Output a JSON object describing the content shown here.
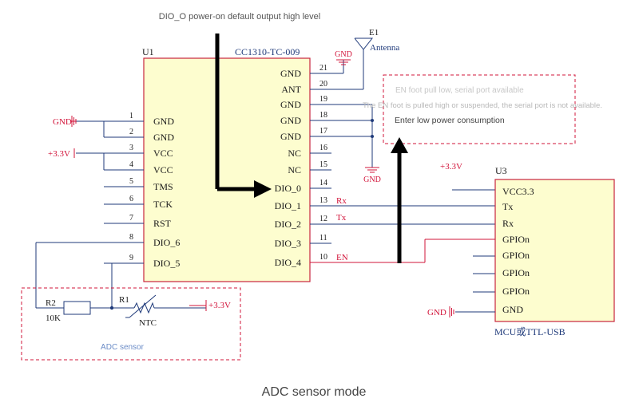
{
  "annotations": {
    "dio0_note": "DIO_O power-on default output high level",
    "en_low": "EN foot pull low, serial port available",
    "en_high": "The EN foot is pulled high or suspended, the serial port is not available.",
    "low_power": "Enter low power consumption",
    "adc_box": "ADC sensor",
    "caption": "ADC sensor mode"
  },
  "u1": {
    "ref": "U1",
    "part": "CC1310-TC-009",
    "left_pins": [
      {
        "num": "1",
        "name": "GND"
      },
      {
        "num": "2",
        "name": "GND"
      },
      {
        "num": "3",
        "name": "VCC"
      },
      {
        "num": "4",
        "name": "VCC"
      },
      {
        "num": "5",
        "name": "TMS"
      },
      {
        "num": "6",
        "name": "TCK"
      },
      {
        "num": "7",
        "name": "RST"
      },
      {
        "num": "8",
        "name": "DIO_6"
      },
      {
        "num": "9",
        "name": "DIO_5"
      }
    ],
    "right_pins": [
      {
        "num": "21",
        "name": "GND"
      },
      {
        "num": "20",
        "name": "ANT"
      },
      {
        "num": "19",
        "name": "GND"
      },
      {
        "num": "18",
        "name": "GND"
      },
      {
        "num": "17",
        "name": "GND"
      },
      {
        "num": "16",
        "name": "NC"
      },
      {
        "num": "15",
        "name": "NC"
      },
      {
        "num": "14",
        "name": "DIO_0"
      },
      {
        "num": "13",
        "name": "DIO_1"
      },
      {
        "num": "12",
        "name": "DIO_2"
      },
      {
        "num": "11",
        "name": "DIO_3"
      },
      {
        "num": "10",
        "name": "DIO_4"
      }
    ]
  },
  "u3": {
    "ref": "U3",
    "label": "MCU或TTL-USB",
    "pins": [
      "VCC3.3",
      "Tx",
      "Rx",
      "GPIOn",
      "GPIOn",
      "GPIOn",
      "GPIOn",
      "GND"
    ]
  },
  "nets": {
    "gnd": "GND",
    "vcc": "+3.3V",
    "rx": "Rx",
    "tx": "Tx",
    "en": "EN"
  },
  "antenna": {
    "ref": "E1",
    "name": "Antenna"
  },
  "components": {
    "r2_ref": "R2",
    "r2_value": "10K",
    "r1_ref": "R1",
    "r1_value": "NTC"
  },
  "colors": {
    "wire": "#1f3a7a",
    "red": "#d2143a",
    "chip_fill": "#fdfdcf",
    "chip_border": "#c8253e",
    "note_grey": "#c7c7c7",
    "text_dark": "#1a1a1a"
  }
}
